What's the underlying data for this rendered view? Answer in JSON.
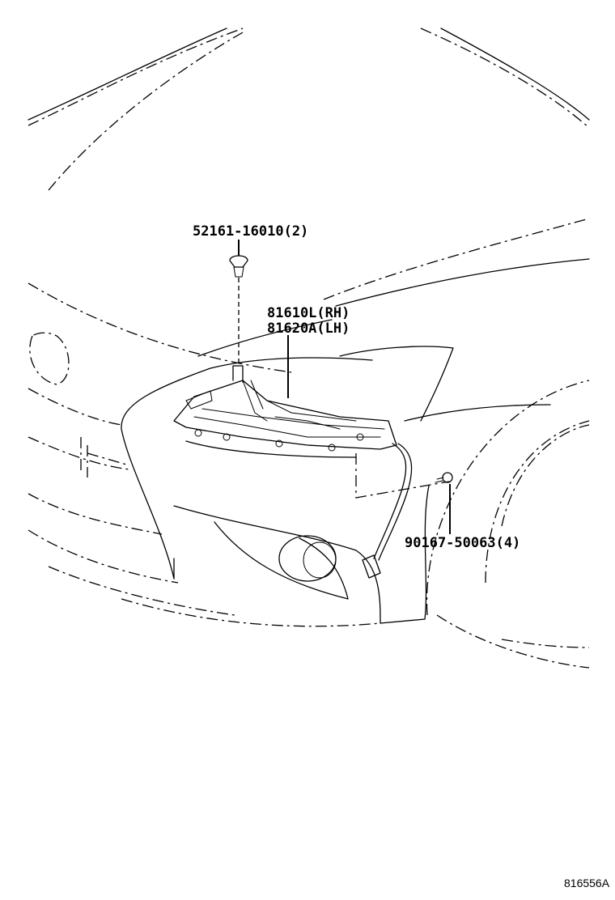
{
  "callouts": {
    "clip": "52161-16010(2)",
    "lamp_rh": "81610L(RH)",
    "lamp_lh": "81620A(LH)",
    "screw": "90167-50063(4)"
  },
  "figure_code": "816556A"
}
